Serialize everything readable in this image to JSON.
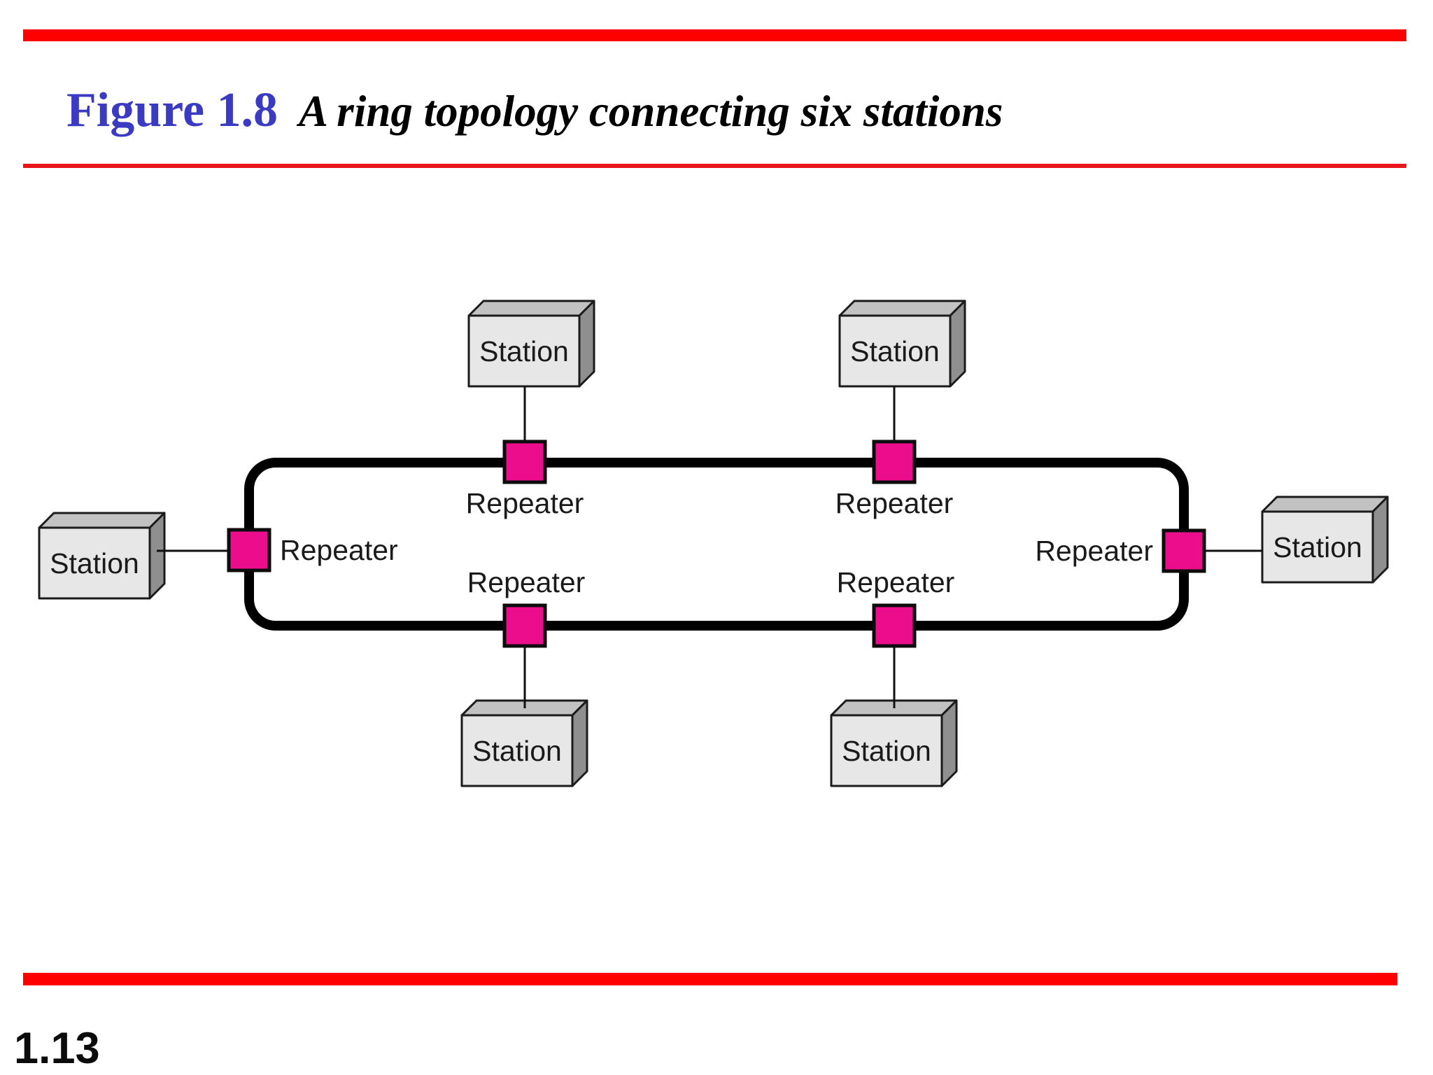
{
  "slide": {
    "header": {
      "figure_label": "Figure 1.8",
      "caption": "A ring topology connecting six stations"
    },
    "footer": {
      "page_number": "1.13"
    },
    "colors": {
      "accent_red": "#FE0000",
      "underline_red": "#E9151B",
      "figure_label_blue": "#3A3AC2",
      "repeater_pink": "#EC0D8C",
      "station_front_gray": "#E7E7E7",
      "station_top_gray": "#C2C2C2",
      "station_side_gray": "#8F8F8F",
      "ring_black": "#000000"
    },
    "diagram": {
      "stations": [
        {
          "position": "left",
          "label": "Station"
        },
        {
          "position": "top-left",
          "label": "Station"
        },
        {
          "position": "top-right",
          "label": "Station"
        },
        {
          "position": "bottom-left",
          "label": "Station"
        },
        {
          "position": "bottom-right",
          "label": "Station"
        },
        {
          "position": "right",
          "label": "Station"
        }
      ],
      "repeaters": [
        {
          "position": "left",
          "label": "Repeater"
        },
        {
          "position": "top-left",
          "label": "Repeater"
        },
        {
          "position": "top-right",
          "label": "Repeater"
        },
        {
          "position": "bottom-left",
          "label": "Repeater"
        },
        {
          "position": "bottom-right",
          "label": "Repeater"
        },
        {
          "position": "right",
          "label": "Repeater"
        }
      ]
    }
  }
}
